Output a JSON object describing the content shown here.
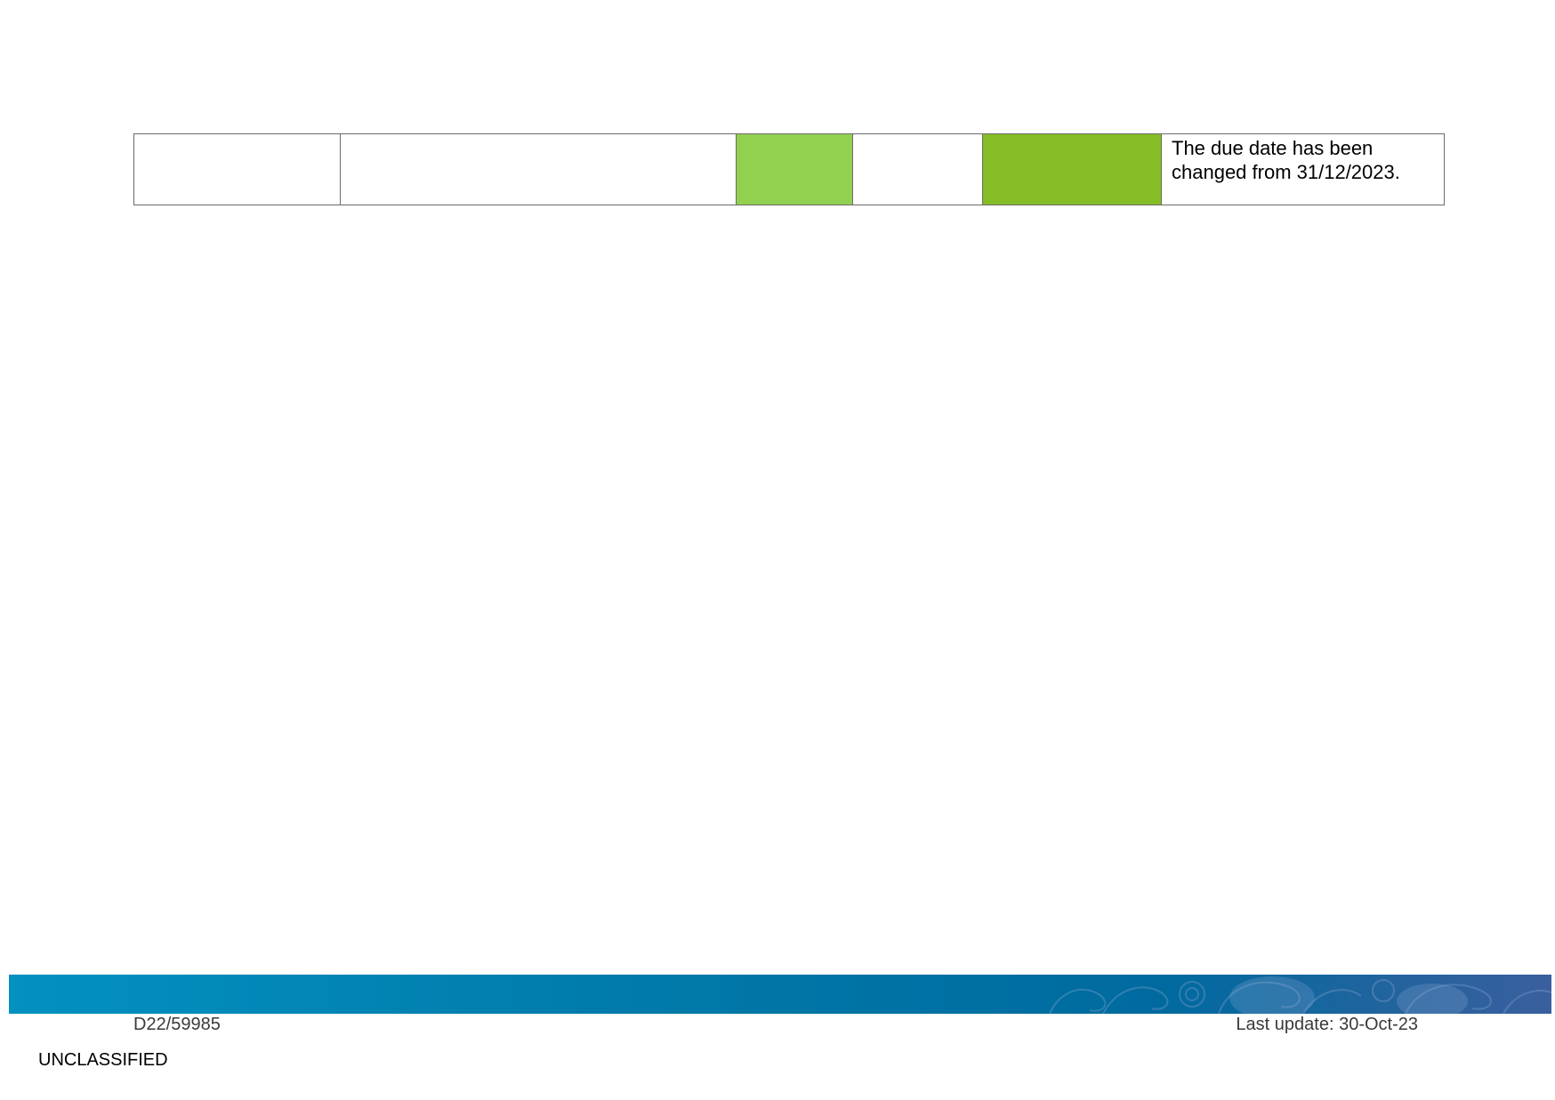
{
  "colors": {
    "status_light_green": "#92d050",
    "status_dark_green": "#86bc25",
    "footer_band_start": "#0391c0",
    "footer_band_mid": "#006a9f",
    "footer_band_end": "#3a5f9e"
  },
  "table": {
    "row": {
      "comment": "The due date has been changed from 31/12/2023."
    }
  },
  "footer": {
    "doc_ref": "D22/59985",
    "last_update": "Last update: 30-Oct-23",
    "classification": "UNCLASSIFIED"
  }
}
